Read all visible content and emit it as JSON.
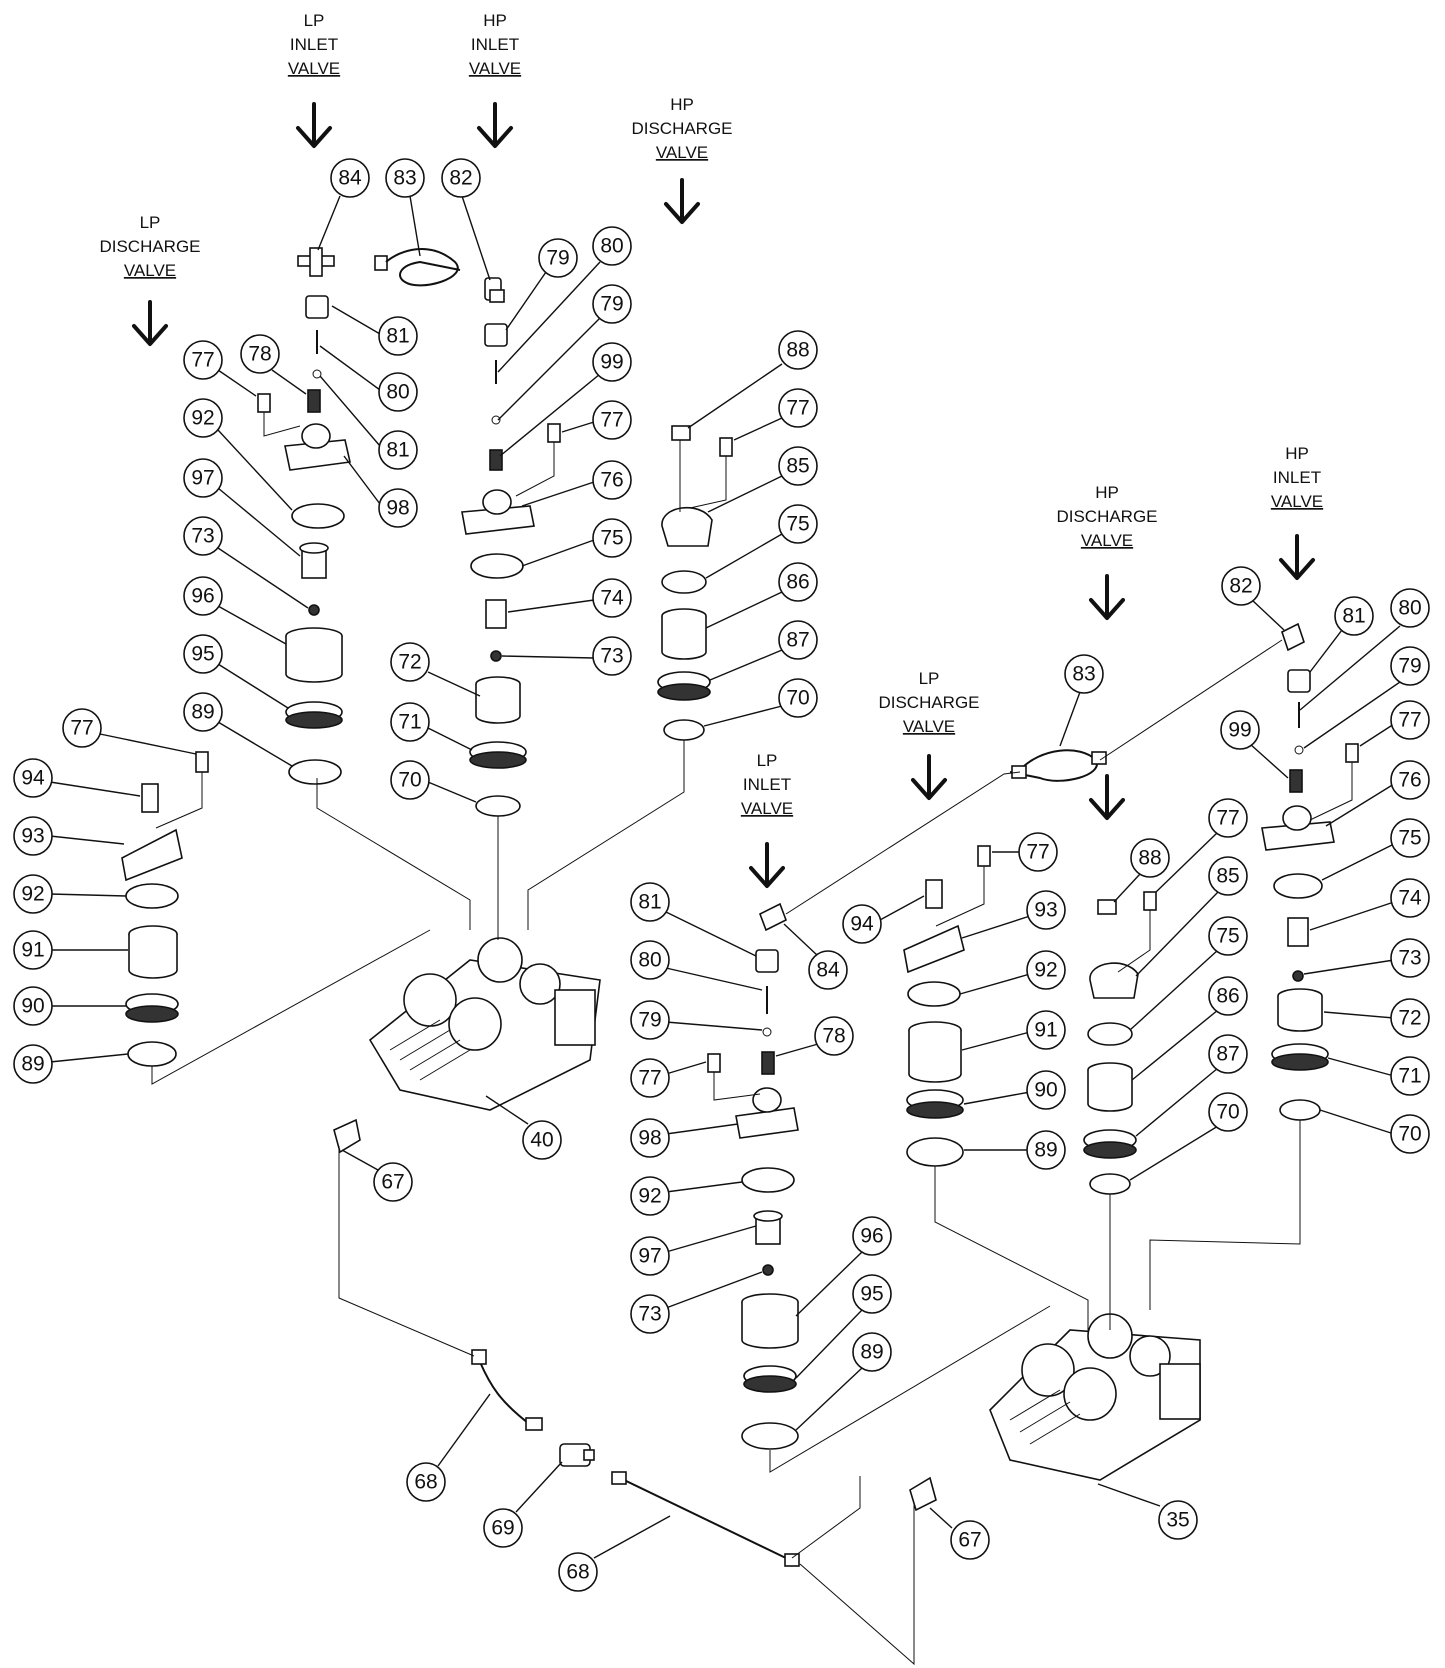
{
  "valve_labels": [
    {
      "line1": "LP",
      "line2": "INLET",
      "line3": "VALVE"
    },
    {
      "line1": "HP",
      "line2": "INLET",
      "line3": "VALVE"
    },
    {
      "line1": "HP",
      "line2": "DISCHARGE",
      "line3": "VALVE"
    },
    {
      "line1": "LP",
      "line2": "DISCHARGE",
      "line3": "VALVE"
    },
    {
      "line1": "HP",
      "line2": "INLET",
      "line3": "VALVE"
    },
    {
      "line1": "HP",
      "line2": "DISCHARGE",
      "line3": "VALVE"
    },
    {
      "line1": "LP",
      "line2": "DISCHARGE",
      "line3": "VALVE"
    },
    {
      "line1": "LP",
      "line2": "INLET",
      "line3": "VALVE"
    }
  ],
  "callouts": [
    "84",
    "83",
    "82",
    "81",
    "80",
    "79",
    "80",
    "81",
    "79",
    "99",
    "77",
    "76",
    "75",
    "74",
    "73",
    "72",
    "71",
    "70",
    "77",
    "78",
    "92",
    "97",
    "73",
    "96",
    "95",
    "89",
    "98",
    "88",
    "77",
    "85",
    "75",
    "86",
    "87",
    "70",
    "77",
    "94",
    "93",
    "92",
    "91",
    "90",
    "89",
    "40",
    "67",
    "68",
    "69",
    "68",
    "81",
    "80",
    "79",
    "77",
    "98",
    "92",
    "97",
    "73",
    "84",
    "78",
    "96",
    "95",
    "89",
    "83",
    "82",
    "81",
    "80",
    "79",
    "99",
    "77",
    "76",
    "75",
    "74",
    "73",
    "72",
    "71",
    "70",
    "77",
    "94",
    "93",
    "92",
    "91",
    "90",
    "89",
    "77",
    "88",
    "85",
    "75",
    "86",
    "87",
    "70",
    "35",
    "67"
  ]
}
